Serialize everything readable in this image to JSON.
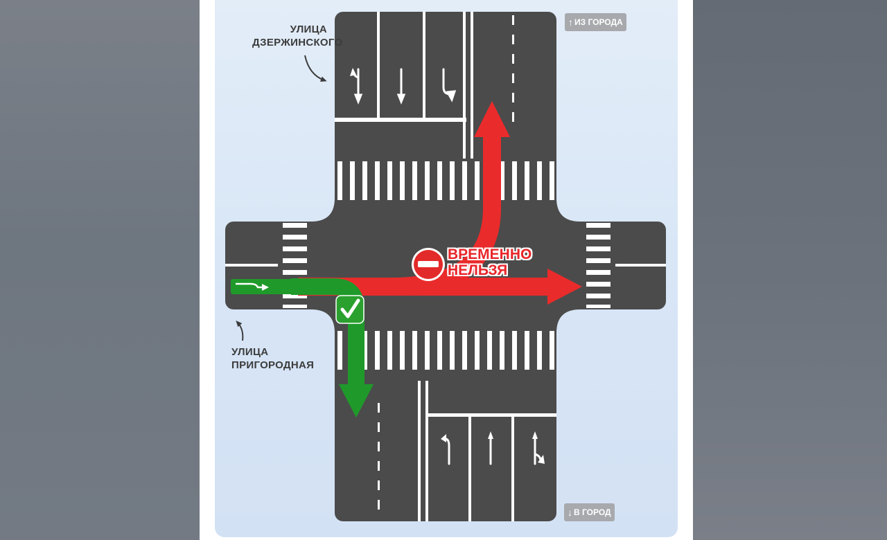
{
  "labels": {
    "dzerzhinskogo": {
      "line1": "УЛИЦА",
      "line2": "ДЗЕРЖИНСКОГО"
    },
    "prigorodnaya": {
      "line1": "УЛИЦА",
      "line2": "ПРИГОРОДНАЯ"
    }
  },
  "badges": {
    "from_city": {
      "arrow": "↑",
      "text": "ИЗ ГОРОДА"
    },
    "to_city": {
      "arrow": "↓",
      "text": "В ГОРОД"
    }
  },
  "warning": {
    "line1": "ВРЕМЕННО",
    "line2": "НЕЛЬЗЯ"
  },
  "icons": {
    "no_entry": "no-entry-icon",
    "allowed": "check-mark-icon",
    "left_arrow": "curved-arrow-icon"
  },
  "colors": {
    "road": "#4b4b4b",
    "marking": "#ffffff",
    "forbidden": "#ea2b2b",
    "allowed": "#1f9a2a",
    "panel": "#dce8f7"
  }
}
